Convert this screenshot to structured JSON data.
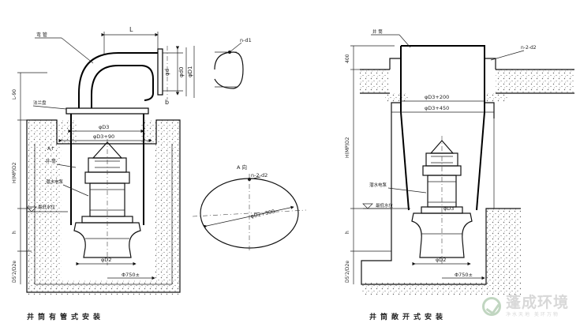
{
  "left": {
    "caption": "井筒有管式安装",
    "labels": {
      "top_left": "弯 管",
      "L": "L",
      "phi_d": "φd",
      "phi_d0": "φd0",
      "phi_d1": "φD1",
      "n_d1": "n-d1",
      "b": "b",
      "L90": "L-90",
      "flange": "法兰盘",
      "phi_D3": "φD3",
      "phi_D3_90": "φD3+90",
      "A": "A↑",
      "H": "H(MP)D2",
      "tube": "井 筒",
      "motor": "潜水电泵",
      "water": "最低水位",
      "h": "h",
      "D5": "D5'2/D2e",
      "phi_D2": "φD2",
      "phi_750": "Φ750±"
    }
  },
  "middle": {
    "title_A": "A 向",
    "n_d2": "n-2-d2",
    "phi_d2_300": "φD2+300"
  },
  "right": {
    "caption": "井筒敞开式安装",
    "labels": {
      "top": "井 筒",
      "n_d2": "n-2-d2",
      "h400": "400",
      "phi_D3_200": "φD3+200",
      "phi_D3_450": "φD3+450",
      "H": "H(MP)D2",
      "motor": "潜水电泵",
      "water": "最低水位",
      "phi_D3": "φD3",
      "h": "h",
      "D5": "D5'2/D2e",
      "phi_D2": "φD2",
      "phi_750": "Φ750±"
    }
  },
  "watermark": {
    "name": "蓬成环境",
    "tagline": "净水天地 美环万物"
  }
}
